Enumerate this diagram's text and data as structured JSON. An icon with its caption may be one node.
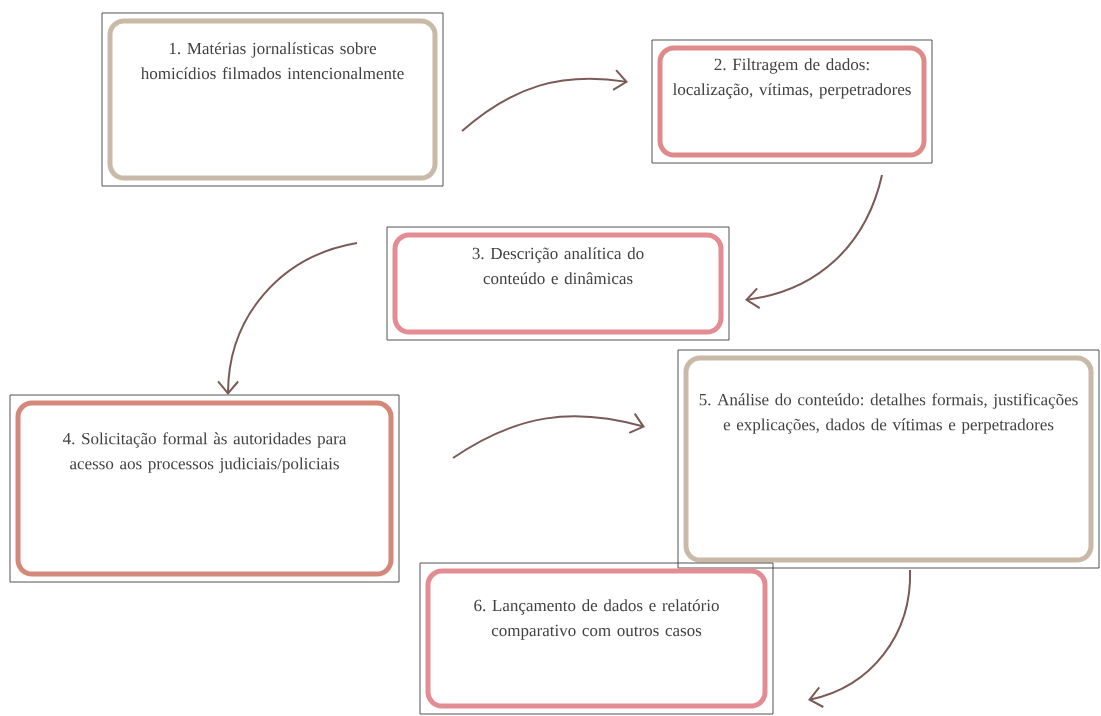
{
  "diagram": {
    "nodes": [
      {
        "text": [
          "1. Matérias jornalísticas sobre homicídios filmados intencionalmente"
        ]
      },
      {
        "text": [
          "2. Filtragem de dados: localização, vítimas, perpetradores"
        ]
      },
      {
        "text": [
          "3. Descrição analítica do conteúdo e dinâmicas"
        ]
      },
      {
        "text": [
          "4. Solicitação formal às autoridades para acesso aos processos judiciais/policiais"
        ]
      },
      {
        "text": [
          "5. Análise do conteúdo: detalhes formais, justificações e explicações, dados de vítimas e perpetradores"
        ]
      },
      {
        "text": [
          "6. Lançamento de dados e relatório comparativo com outros casos"
        ]
      }
    ],
    "edges": [
      {
        "from": 0,
        "to": 1,
        "arrow": "to"
      },
      {
        "from": 1,
        "to": 2,
        "arrow": "to"
      },
      {
        "from": 2,
        "to": 3,
        "arrow": "to"
      },
      {
        "from": 3,
        "to": 4,
        "arrow": "to"
      },
      {
        "from": 4,
        "to": 5,
        "arrow": "to"
      }
    ]
  }
}
